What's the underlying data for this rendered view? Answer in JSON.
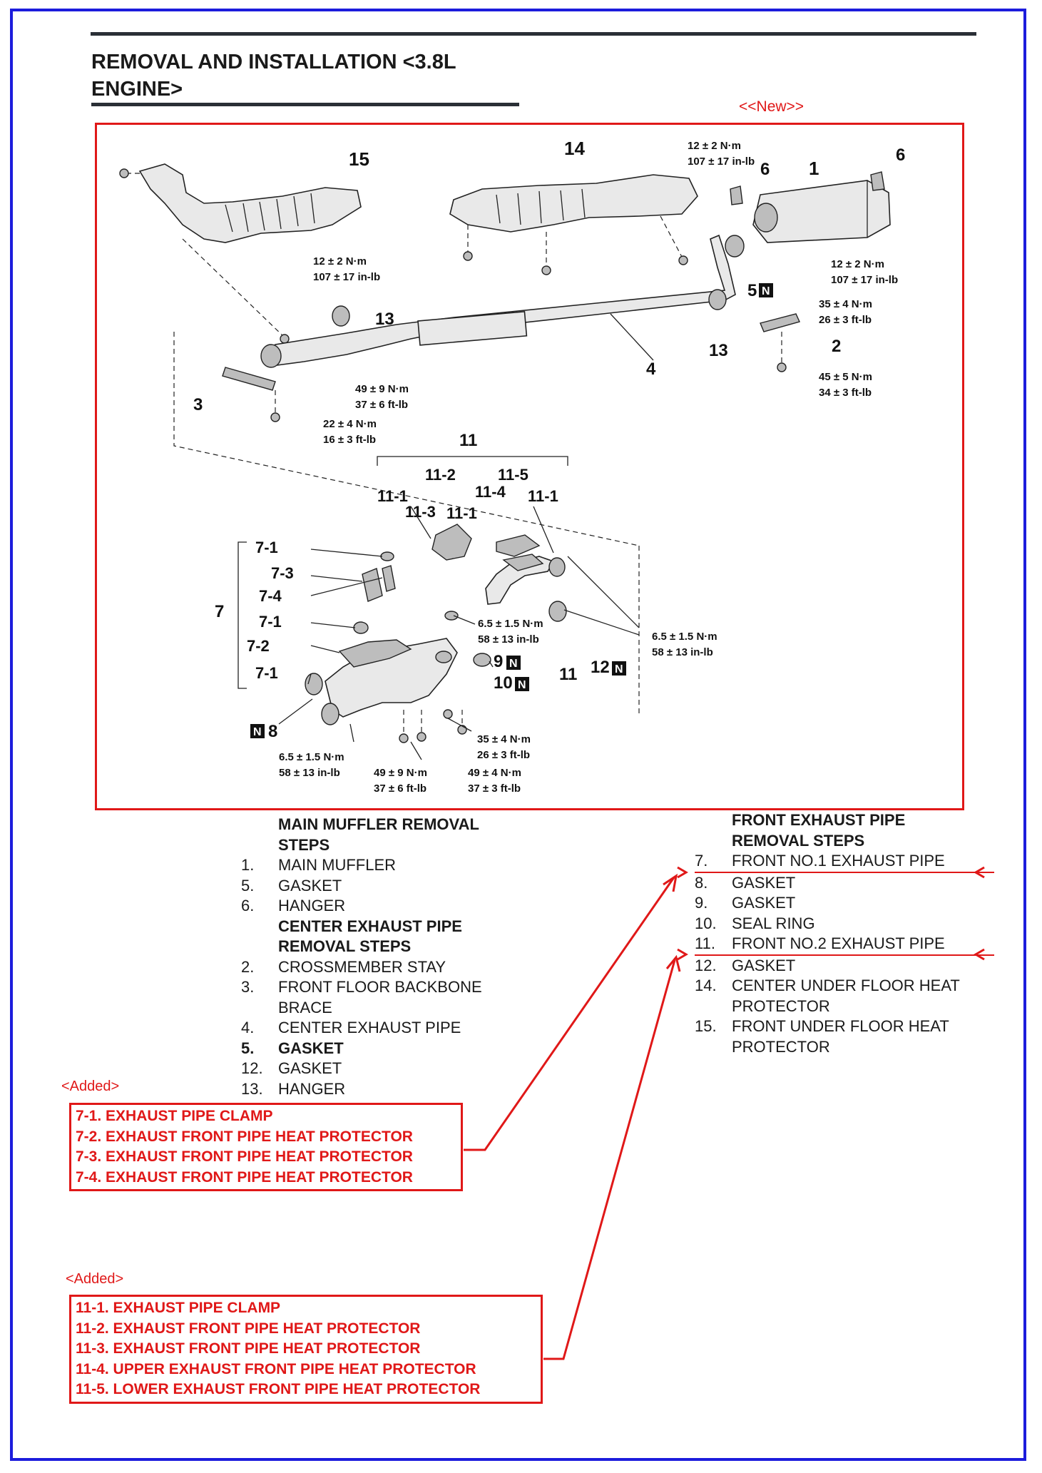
{
  "title": {
    "line1": "REMOVAL AND INSTALLATION <3.8L",
    "line2": "ENGINE>"
  },
  "new_tag": "<<New>>",
  "diagram": {
    "callouts": {
      "n15": "15",
      "n14": "14",
      "n1": "1",
      "n6": "6",
      "n6b": "6",
      "n5": "5",
      "n13a": "13",
      "n13b": "13",
      "n4": "4",
      "n3": "3",
      "n2": "2",
      "n11": "11",
      "n11_2": "11-2",
      "n11_5": "11-5",
      "n11_1a": "11-1",
      "n11_4": "11-4",
      "n11_1b": "11-1",
      "n11_3": "11-3",
      "n11_1c": "11-1",
      "n7": "7",
      "n7_1a": "7-1",
      "n7_3": "7-3",
      "n7_4": "7-4",
      "n7_1b": "7-1",
      "n7_2": "7-2",
      "n7_1c": "7-1",
      "n7b": "7",
      "n8": "8",
      "n9": "9",
      "n10": "10",
      "n11b": "11",
      "n12": "12",
      "new_mark": "N"
    },
    "torques": {
      "t1a": "12 ± 2 N·m",
      "t1b": "107 ± 17 in-lb",
      "t2a": "12 ± 2 N·m",
      "t2b": "107 ± 17 in-lb",
      "t3a": "12 ± 2 N·m",
      "t3b": "107 ± 17 in-lb",
      "t4a": "35 ± 4 N·m",
      "t4b": "26 ± 3 ft-lb",
      "t5a": "45 ± 5 N·m",
      "t5b": "34 ± 3 ft-lb",
      "t6a": "49 ± 9 N·m",
      "t6b": "37 ± 6 ft-lb",
      "t7a": "22 ± 4 N·m",
      "t7b": "16 ± 3 ft-lb",
      "t8a": "6.5 ± 1.5 N·m",
      "t8b": "58 ± 13 in-lb",
      "t9a": "6.5 ± 1.5 N·m",
      "t9b": "58 ± 13 in-lb",
      "t10a": "35 ± 4 N·m",
      "t10b": "26 ± 3 ft-lb",
      "t11a": "6.5 ± 1.5 N·m",
      "t11b": "58 ± 13 in-lb",
      "t12a": "49 ± 9 N·m",
      "t12b": "37 ± 6 ft-lb",
      "t13a": "49 ± 4 N·m",
      "t13b": "37 ± 3 ft-lb"
    }
  },
  "left_list": {
    "h1a": "MAIN MUFFLER REMOVAL",
    "h1b": "STEPS",
    "items1": [
      {
        "num": "1.",
        "text": "MAIN MUFFLER"
      },
      {
        "num": "5.",
        "text": "GASKET"
      },
      {
        "num": "6.",
        "text": "HANGER"
      }
    ],
    "h2a": "CENTER EXHAUST PIPE",
    "h2b": "REMOVAL STEPS",
    "items2": [
      {
        "num": "2.",
        "text": "CROSSMEMBER STAY"
      },
      {
        "num": "3.",
        "text": "FRONT FLOOR BACKBONE"
      },
      {
        "num": "",
        "text": "BRACE"
      },
      {
        "num": "4.",
        "text": "CENTER EXHAUST PIPE"
      },
      {
        "num": "5.",
        "text": "GASKET"
      },
      {
        "num": "12.",
        "text": "GASKET"
      },
      {
        "num": "13.",
        "text": "HANGER"
      }
    ]
  },
  "right_list": {
    "h1": "FRONT EXHAUST PIPE",
    "h2": "REMOVAL STEPS",
    "items": [
      {
        "num": "7.",
        "text": "FRONT NO.1 EXHAUST PIPE"
      },
      {
        "num": "8.",
        "text": "GASKET"
      },
      {
        "num": "9.",
        "text": "GASKET"
      },
      {
        "num": "10.",
        "text": "SEAL RING"
      },
      {
        "num": "11.",
        "text": "FRONT NO.2 EXHAUST PIPE"
      },
      {
        "num": "12.",
        "text": "GASKET"
      },
      {
        "num": "14.",
        "text": "CENTER UNDER FLOOR HEAT"
      },
      {
        "num": "",
        "text": "PROTECTOR"
      },
      {
        "num": "15.",
        "text": "FRONT UNDER FLOOR HEAT"
      },
      {
        "num": "",
        "text": "PROTECTOR"
      }
    ]
  },
  "added1": {
    "tag": "<Added>",
    "items": [
      "7-1.  EXHAUST PIPE CLAMP",
      "7-2.  EXHAUST FRONT PIPE HEAT PROTECTOR",
      "7-3.  EXHAUST FRONT PIPE HEAT PROTECTOR",
      "7-4.  EXHAUST FRONT PIPE HEAT PROTECTOR"
    ]
  },
  "added2": {
    "tag": "<Added>",
    "items": [
      "11-1.  EXHAUST PIPE CLAMP",
      "11-2.  EXHAUST FRONT PIPE HEAT PROTECTOR",
      "11-3.  EXHAUST FRONT PIPE HEAT PROTECTOR",
      "11-4.  UPPER EXHAUST FRONT PIPE HEAT PROTECTOR",
      "11-5.  LOWER EXHAUST FRONT PIPE HEAT PROTECTOR"
    ]
  },
  "colors": {
    "frame": "#1c1cdc",
    "annotation": "#e01818"
  }
}
